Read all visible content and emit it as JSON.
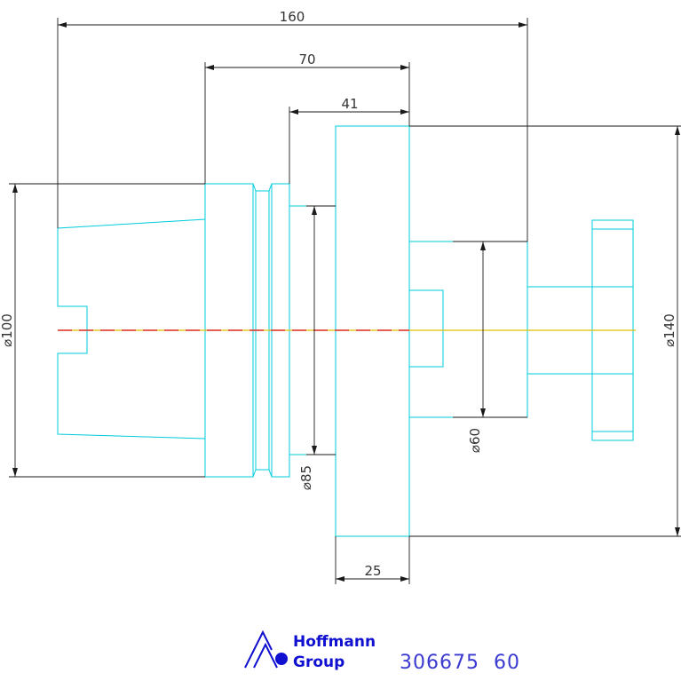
{
  "dimensions": {
    "overall_length": "160",
    "body_length": "70",
    "flange_offset": "41",
    "flange_width": "25",
    "dia_shank": "⌀100",
    "dia_flange": "⌀140",
    "dia_collar": "⌀85",
    "dia_bore": "⌀60"
  },
  "title_block": {
    "brand_line1": "Hoffmann",
    "brand_line2": "Group",
    "part_number": "306675  60"
  },
  "colors": {
    "outline": "#00ccdd",
    "dimension": "#1a1a1a",
    "centerline_dash": "#dd3030",
    "centerline_axis": "#e0c000",
    "brand": "#1010d0"
  }
}
